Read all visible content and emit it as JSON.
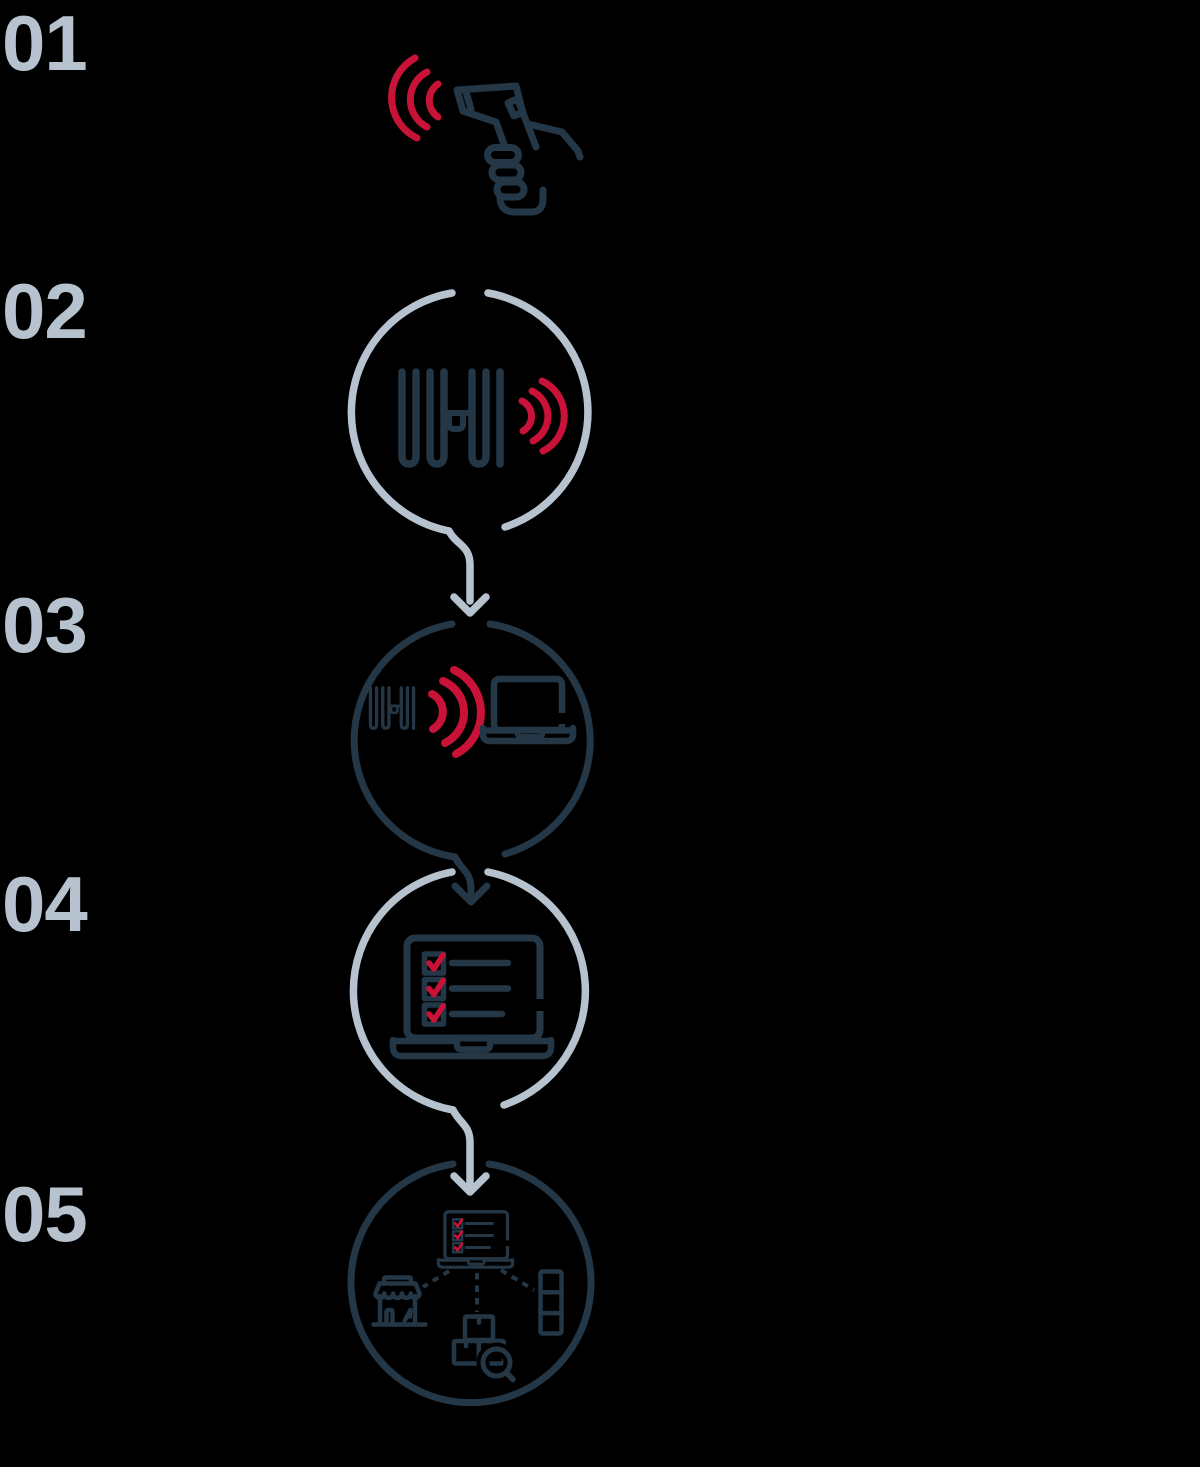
{
  "diagram": {
    "kind": "vertical-process-flow",
    "colors": {
      "background": "#000000",
      "navy": "#243746",
      "steel": "#b6c3cf",
      "red": "#c81238"
    },
    "steps": [
      {
        "number": "01",
        "icon": "handheld-rfid-scanner-in-hand",
        "circle": "none",
        "signal_waves": "red-left"
      },
      {
        "number": "02",
        "icon": "rfid-tag-broadcasting",
        "circle": "steel",
        "signal_waves": "red-right"
      },
      {
        "number": "03",
        "icon": "rfid-tag-signal-to-laptop",
        "circle": "navy",
        "signal_waves": "red-right"
      },
      {
        "number": "04",
        "icon": "laptop-with-checklist",
        "circle": "steel",
        "signal_waves": "none"
      },
      {
        "number": "05",
        "icon": "laptop-sync-store-boxes-rack",
        "circle": "navy",
        "signal_waves": "none"
      }
    ],
    "connectors": [
      {
        "from": "02",
        "to": "03",
        "style": "curved-arrow-down",
        "color": "steel"
      },
      {
        "from": "03",
        "to": "04",
        "style": "curved-arrow-down",
        "color": "navy"
      },
      {
        "from": "04",
        "to": "05",
        "style": "curved-arrow-down",
        "color": "steel"
      }
    ],
    "step5_connections": [
      {
        "from": "laptop",
        "to": "store-icon",
        "style": "dashed"
      },
      {
        "from": "laptop",
        "to": "boxes-magnifier-icon",
        "style": "dashed"
      },
      {
        "from": "laptop",
        "to": "rack-icon",
        "style": "dashed"
      }
    ]
  }
}
